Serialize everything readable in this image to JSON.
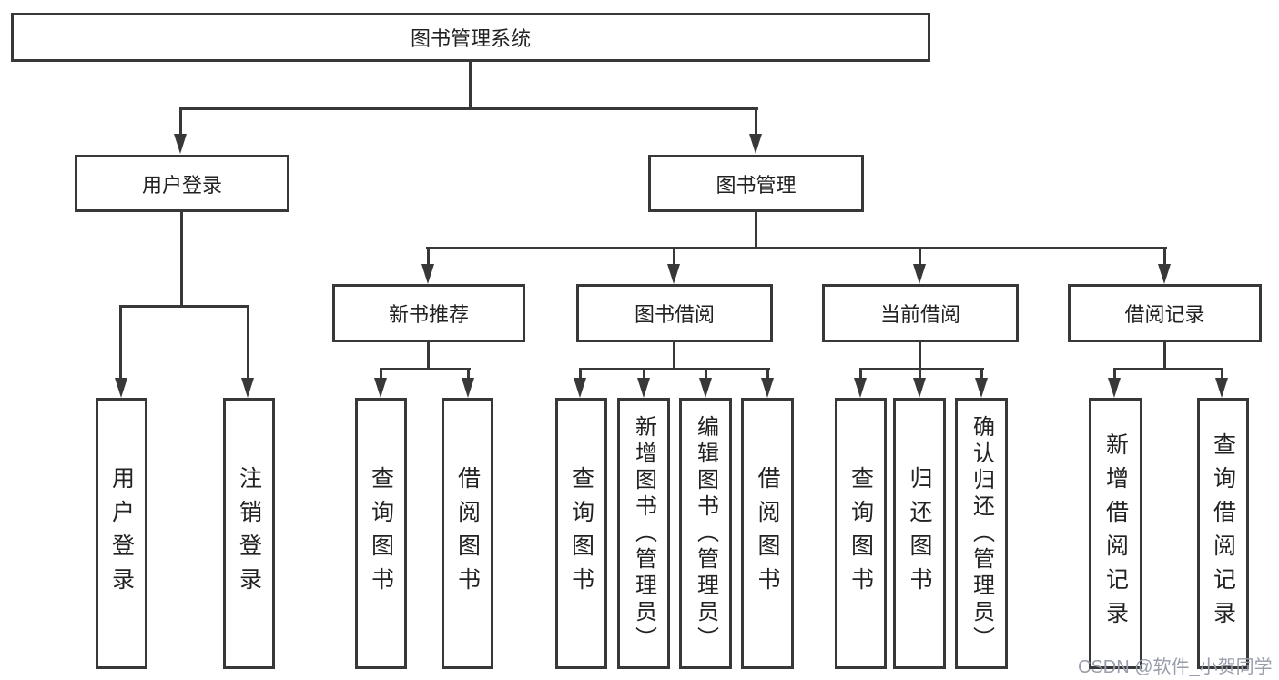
{
  "diagram": {
    "root": {
      "label": "图书管理系统"
    },
    "branches": [
      {
        "label": "用户登录",
        "children": [
          {
            "label": "用户登录"
          },
          {
            "label": "注销登录"
          }
        ]
      },
      {
        "label": "图书管理",
        "children": [
          {
            "label": "新书推荐",
            "children": [
              {
                "label": "查询图书"
              },
              {
                "label": "借阅图书"
              }
            ]
          },
          {
            "label": "图书借阅",
            "children": [
              {
                "label": "查询图书"
              },
              {
                "label": "新增图书（管理员）"
              },
              {
                "label": "编辑图书（管理员）"
              },
              {
                "label": "借阅图书"
              }
            ]
          },
          {
            "label": "当前借阅",
            "children": [
              {
                "label": "查询图书"
              },
              {
                "label": "归还图书"
              },
              {
                "label": "确认归还（管理员）"
              }
            ]
          },
          {
            "label": "借阅记录",
            "children": [
              {
                "label": "新增借阅记录"
              },
              {
                "label": "查询借阅记录"
              }
            ]
          }
        ]
      }
    ],
    "watermark": "CSDN @软件_小贺同学",
    "colors": {
      "line": "#383838",
      "text": "#222222",
      "watermark": "#989dac"
    }
  }
}
